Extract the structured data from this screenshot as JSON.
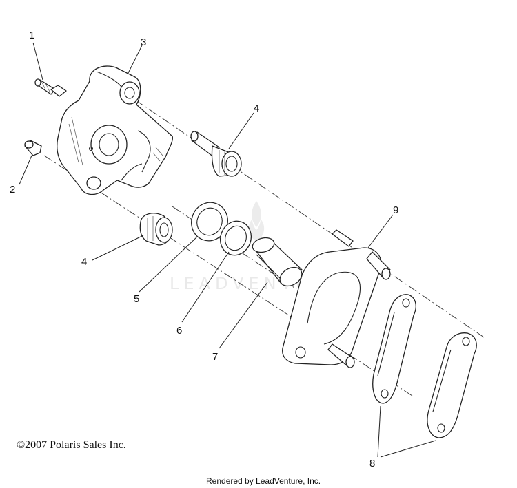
{
  "watermark": "LEADVENTURE",
  "callouts": {
    "c1": "1",
    "c2": "2",
    "c3": "3",
    "c4a": "4",
    "c4b": "4",
    "c5": "5",
    "c6": "6",
    "c7": "7",
    "c8": "8",
    "c9": "9"
  },
  "footer": {
    "copyright": "©2007 Polaris Sales Inc.",
    "rendered_by": "Rendered by LeadVenture, Inc."
  }
}
